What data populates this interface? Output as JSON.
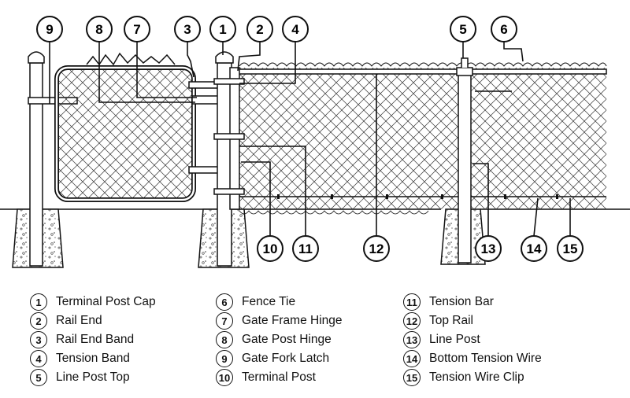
{
  "parts": [
    {
      "num": "1",
      "label": "Terminal Post Cap"
    },
    {
      "num": "2",
      "label": "Rail End"
    },
    {
      "num": "3",
      "label": "Rail End Band"
    },
    {
      "num": "4",
      "label": "Tension Band"
    },
    {
      "num": "5",
      "label": "Line Post Top"
    },
    {
      "num": "6",
      "label": "Fence Tie"
    },
    {
      "num": "7",
      "label": "Gate Frame Hinge"
    },
    {
      "num": "8",
      "label": "Gate Post Hinge"
    },
    {
      "num": "9",
      "label": "Gate Fork Latch"
    },
    {
      "num": "10",
      "label": "Terminal Post"
    },
    {
      "num": "11",
      "label": "Tension Bar"
    },
    {
      "num": "12",
      "label": "Top Rail"
    },
    {
      "num": "13",
      "label": "Line Post"
    },
    {
      "num": "14",
      "label": "Bottom Tension Wire"
    },
    {
      "num": "15",
      "label": "Tension Wire Clip"
    }
  ],
  "callouts_top": [
    "9",
    "8",
    "7",
    "3",
    "1",
    "2",
    "4",
    "5",
    "6"
  ],
  "callouts_bottom": [
    "10",
    "11",
    "12",
    "13",
    "14",
    "15"
  ],
  "colors": {
    "ink": "#111111",
    "background": "#ffffff"
  }
}
